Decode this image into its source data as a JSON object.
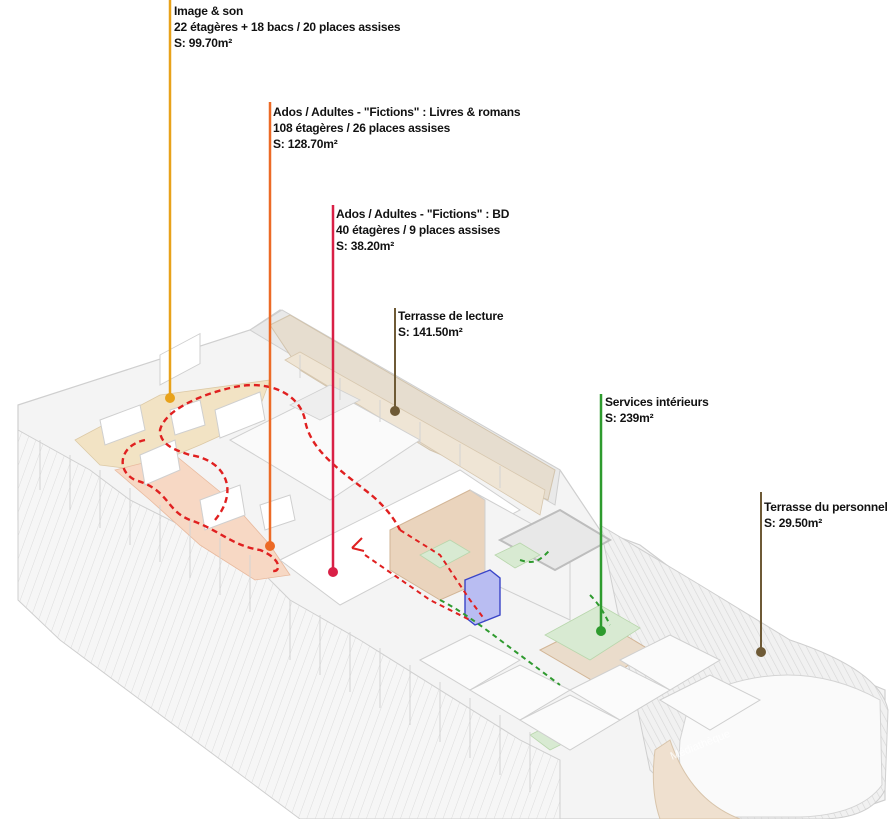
{
  "colors": {
    "image_son": "#e8a21a",
    "fictions_livres": "#ec6a26",
    "fictions_bd": "#d92046",
    "terrasse_lecture": "#6e5a36",
    "services_interieurs": "#2e9b2e",
    "terrasse_personnel": "#6e5a36",
    "route_red": "#e02020",
    "route_green": "#2f9a2f"
  },
  "labels": {
    "image_son": {
      "title": "Image & son",
      "line2": "22 étagères + 18 bacs / 20 places assises",
      "surface": "S: 99.70m²"
    },
    "fictions_livres": {
      "title": "Ados / Adultes - \"Fictions\" : Livres & romans",
      "line2": "108 étagères  / 26 places assises",
      "surface": "S: 128.70m²"
    },
    "fictions_bd": {
      "title": "Ados / Adultes - \"Fictions\" : BD",
      "line2": "40 étagères / 9 places assises",
      "surface": "S: 38.20m²"
    },
    "terrasse_lecture": {
      "title": "Terrasse de lecture",
      "surface": "S: 141.50m²"
    },
    "services_interieurs": {
      "title": "Services intérieurs",
      "surface": "S: 239m²"
    },
    "terrasse_personnel": {
      "title": "Terrasse du personnel",
      "surface": "S: 29.50m²"
    }
  },
  "icons": [
    "building-axonometric-icon",
    "leader-marker-icon",
    "route-arrow-icon"
  ]
}
